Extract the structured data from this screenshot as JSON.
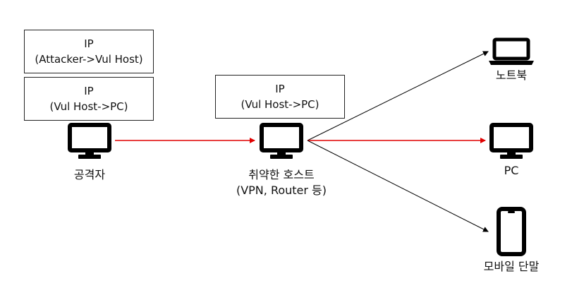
{
  "packets": {
    "outer": {
      "line1": "IP",
      "line2": "(Attacker->Vul Host)"
    },
    "inner": {
      "line1": "IP",
      "line2": "(Vul Host->PC)"
    },
    "forwarded": {
      "line1": "IP",
      "line2": "(Vul Host->PC)"
    }
  },
  "nodes": {
    "attacker": {
      "label": "공격자",
      "icon": "monitor-icon"
    },
    "vulnerable_host": {
      "label_line1": "취약한 호스트",
      "label_line2": "(VPN, Router 등)",
      "icon": "monitor-icon"
    },
    "laptop": {
      "label": "노트북",
      "icon": "laptop-icon"
    },
    "pc": {
      "label": "PC",
      "icon": "monitor-icon"
    },
    "mobile": {
      "label": "모바일 단말",
      "icon": "smartphone-icon"
    }
  },
  "edges": [
    {
      "from": "attacker",
      "to": "vulnerable_host",
      "color": "#e00000"
    },
    {
      "from": "vulnerable_host",
      "to": "laptop",
      "color": "#000000"
    },
    {
      "from": "vulnerable_host",
      "to": "pc",
      "color": "#e00000"
    },
    {
      "from": "vulnerable_host",
      "to": "mobile",
      "color": "#000000"
    }
  ],
  "colors": {
    "attack_path": "#e00000",
    "other_path": "#000000",
    "icon": "#000000"
  }
}
